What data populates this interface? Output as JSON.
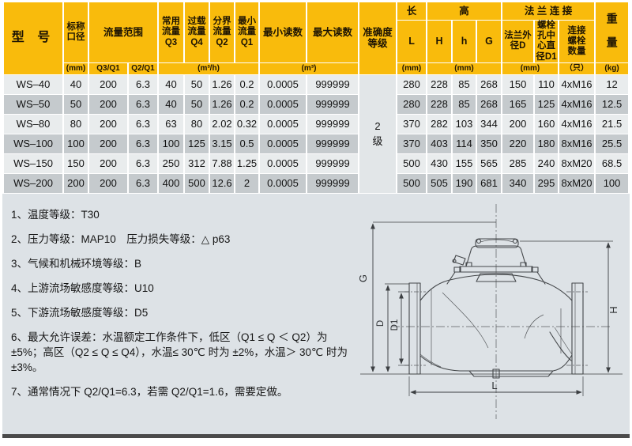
{
  "table": {
    "header": {
      "model": "型  号",
      "nominal_diameter": "标称口径",
      "flow_range": "流量范围",
      "common_flow": "常用流量Q3",
      "overload_flow": "过载流量Q4",
      "transition_flow": "分界流量Q2",
      "min_flow": "最小流量Q1",
      "min_reading": "最小读数",
      "max_reading": "最大读数",
      "accuracy": "准确度等级",
      "length_group": "长",
      "height_group": "高",
      "flange_group": "法 兰 连 接",
      "weight": "重量",
      "L": "L",
      "H": "H",
      "h": "h",
      "G": "G",
      "flange_od": "法兰外径D",
      "bolt_circle": "螺栓孔中心直径D1",
      "bolt_count": "连接螺栓数量"
    },
    "units": {
      "dn": "(mm)",
      "q3q1": "Q3/Q1",
      "q2q1": "Q2/Q1",
      "flow": "(m³/h)",
      "reading": "(m³)",
      "L": "(mm)",
      "height": "(mm)",
      "flange": "(mm)",
      "bolts": "（只）",
      "weight": "(kg)"
    },
    "accuracy_value": "2\n级",
    "rows": [
      [
        "WS–40",
        "40",
        "200",
        "6.3",
        "40",
        "50",
        "1.26",
        "0.2",
        "0.0005",
        "999999",
        "280",
        "228",
        "85",
        "268",
        "150",
        "110",
        "4xM16",
        "12"
      ],
      [
        "WS–50",
        "50",
        "200",
        "6.3",
        "40",
        "50",
        "1.26",
        "0.2",
        "0.0005",
        "999999",
        "280",
        "228",
        "85",
        "268",
        "165",
        "125",
        "4xM16",
        "12.5"
      ],
      [
        "WS–80",
        "80",
        "200",
        "6.3",
        "63",
        "80",
        "2.02",
        "0.32",
        "0.0005",
        "999999",
        "370",
        "282",
        "103",
        "344",
        "200",
        "160",
        "4xM16",
        "21.5"
      ],
      [
        "WS–100",
        "100",
        "200",
        "6.3",
        "100",
        "125",
        "3.15",
        "0.5",
        "0.0005",
        "999999",
        "370",
        "403",
        "114",
        "350",
        "220",
        "180",
        "8xM16",
        "25.5"
      ],
      [
        "WS–150",
        "150",
        "200",
        "6.3",
        "250",
        "312",
        "7.88",
        "1.25",
        "0.0005",
        "999999",
        "500",
        "430",
        "155",
        "565",
        "285",
        "240",
        "8xM20",
        "68.5"
      ],
      [
        "WS–200",
        "200",
        "200",
        "6.3",
        "400",
        "500",
        "12.6",
        "2",
        "0.0005",
        "999999",
        "500",
        "505",
        "190",
        "681",
        "340",
        "295",
        "8xM20",
        "100"
      ]
    ]
  },
  "notes": [
    "1、温度等级：T30",
    "2、压力等级：MAP10　压力损失等级：△ p63",
    "3、气候和机械环境等级：B",
    "4、上游流场敏感度等级：U10",
    "5、下游流场敏感度等级：D5",
    "6、最大允许误差：水温额定工作条件下，低区（Q1 ≤ Q ＜ Q2）为 ±5%；高区（Q2 ≤ Q ≤ Q4），水温≤ 30℃ 时为 ±2%，水温＞ 30℃ 时为 ±3%。",
    "7、通常情况下 Q2/Q1=6.3，若需 Q2/Q1=1.6，需要定做。"
  ],
  "drawing": {
    "labels": {
      "G": "G",
      "H": "H",
      "D": "D",
      "D1": "D1",
      "L": "L"
    }
  },
  "colors": {
    "header_yellow": "#f9bb0c",
    "row_light": "#e9eced",
    "row_dark": "#c5cacd",
    "accuracy_bg": "#e2e6e8",
    "section_bg": "#dde2e6",
    "bottom_bar": "#4a4a4a"
  }
}
